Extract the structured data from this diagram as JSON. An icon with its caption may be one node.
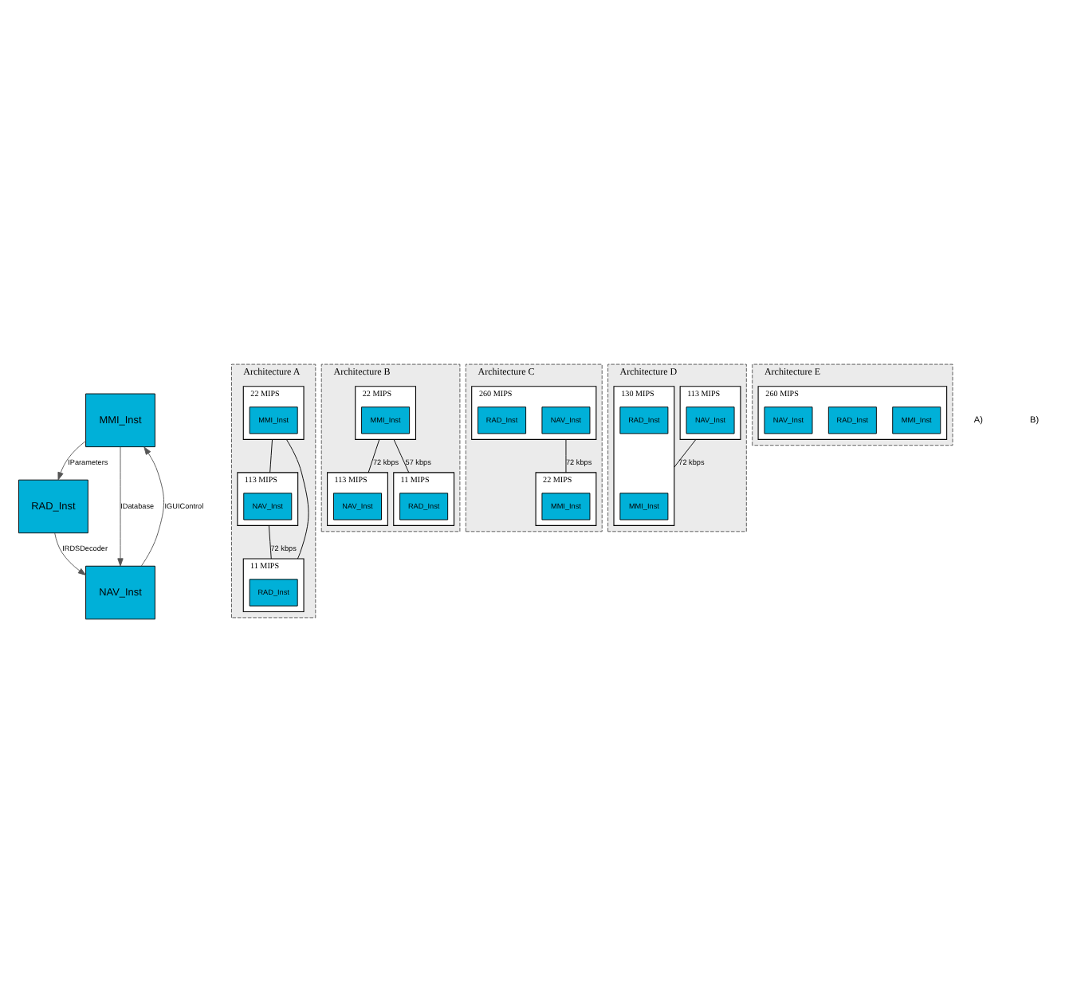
{
  "diagram": {
    "nodes": [
      {
        "text": [
          "MMI_Inst"
        ]
      },
      {
        "text": [
          "RAD_Inst"
        ]
      },
      {
        "text": [
          "NAV_Inst"
        ]
      },
      {
        "text": [
          "Architecture A"
        ]
      },
      {
        "text": [
          "22 MIPS"
        ],
        "in": 3
      },
      {
        "text": [
          "MMI_Inst"
        ],
        "in": 4
      },
      {
        "text": [
          "113 MIPS"
        ],
        "in": 3
      },
      {
        "text": [
          "NAV_Inst"
        ],
        "in": 6
      },
      {
        "text": [
          "11 MIPS"
        ],
        "in": 3
      },
      {
        "text": [
          "RAD_Inst"
        ],
        "in": 8
      },
      {
        "text": [
          "Architecture B"
        ]
      },
      {
        "text": [
          "22 MIPS"
        ],
        "in": 10
      },
      {
        "text": [
          "MMI_Inst"
        ],
        "in": 11
      },
      {
        "text": [
          "113 MIPS"
        ],
        "in": 10
      },
      {
        "text": [
          "NAV_Inst"
        ],
        "in": 13
      },
      {
        "text": [
          "11 MIPS"
        ],
        "in": 10
      },
      {
        "text": [
          "RAD_Inst"
        ],
        "in": 15
      },
      {
        "text": [
          "Architecture C"
        ]
      },
      {
        "text": [
          "260 MIPS"
        ],
        "in": 17
      },
      {
        "text": [
          "NAV_Inst"
        ],
        "in": 18
      },
      {
        "text": [
          "RAD_Inst"
        ],
        "in": 18
      },
      {
        "text": [
          "22 MIPS"
        ],
        "in": 17
      },
      {
        "text": [
          "MMI_Inst"
        ],
        "in": 21
      },
      {
        "text": [
          "Architecture D"
        ]
      },
      {
        "text": [
          "113 MIPS"
        ],
        "in": 23
      },
      {
        "text": [
          "NAV_Inst"
        ],
        "in": 24
      },
      {
        "text": [
          "130 MIPS"
        ],
        "in": 23
      },
      {
        "text": [
          "MMI_Inst"
        ],
        "in": 26
      },
      {
        "text": [
          "RAD_Inst"
        ],
        "in": 26
      },
      {
        "text": [
          "Architecture E"
        ]
      },
      {
        "text": [
          "260 MIPS"
        ],
        "in": 29
      },
      {
        "text": [
          "MMI_Inst"
        ],
        "in": 30
      },
      {
        "text": [
          "RAD_Inst"
        ],
        "in": 30
      },
      {
        "text": [
          "NAV_Inst"
        ],
        "in": 30
      }
    ],
    "edges": [
      {
        "from": 0,
        "to": 1,
        "arrow": "to",
        "label": "IParameters"
      },
      {
        "from": 1,
        "to": 2,
        "arrow": "to",
        "label": "IRDSDecoder"
      },
      {
        "from": 0,
        "to": 2,
        "arrow": "to",
        "label": "IDatabase"
      },
      {
        "from": 2,
        "to": 0,
        "arrow": "to",
        "label": "IGUIControl"
      },
      {
        "from": 4,
        "to": 6,
        "arrow": "none"
      },
      {
        "from": 4,
        "to": 8,
        "arrow": "none"
      },
      {
        "from": 6,
        "to": 8,
        "arrow": "none",
        "label": "72 kbps"
      },
      {
        "from": 11,
        "to": 13,
        "arrow": "none",
        "label": "72 kbps"
      },
      {
        "from": 11,
        "to": 15,
        "arrow": "none",
        "label": "57 kbps"
      },
      {
        "from": 18,
        "to": 21,
        "arrow": "none",
        "label": "72 kbps"
      },
      {
        "from": 24,
        "to": 26,
        "arrow": "none",
        "label": "72 kbps"
      }
    ],
    "labels": [
      "A)",
      "B)"
    ]
  }
}
